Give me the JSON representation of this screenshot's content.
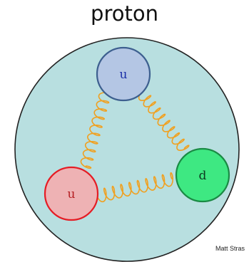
{
  "title": "proton",
  "credit": "Matt Stras",
  "colors": {
    "proton_fill": "#b8dfe0",
    "proton_stroke": "#222222",
    "gluon": "#f0a020"
  },
  "quarks": [
    {
      "label": "u",
      "fill": "#b4c6e4",
      "stroke": "#3d5f8f",
      "text_color": "#1a2fa8"
    },
    {
      "label": "u",
      "fill": "#eeb2b4",
      "stroke": "#e51c24",
      "text_color": "#b51e22"
    },
    {
      "label": "d",
      "fill": "#3ee882",
      "stroke": "#1a8a44",
      "text_color": "#0d3a20"
    }
  ]
}
